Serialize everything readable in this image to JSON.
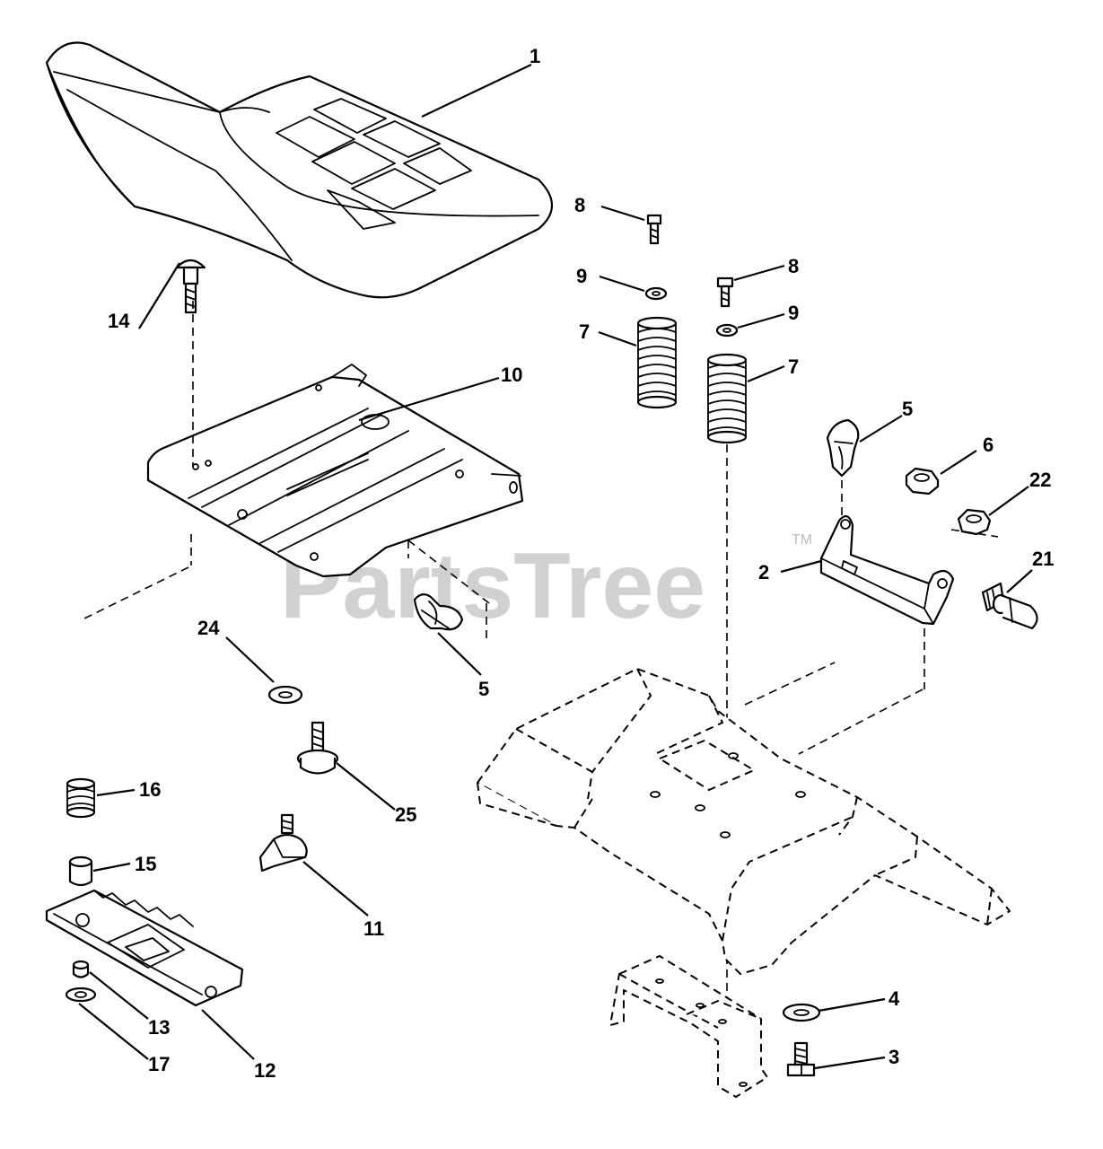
{
  "watermark": {
    "text": "PartsTree",
    "tm": "TM"
  },
  "callouts": {
    "p1": "1",
    "p2": "2",
    "p3": "3",
    "p4": "4",
    "p5a": "5",
    "p5b": "5",
    "p6": "6",
    "p7a": "7",
    "p7b": "7",
    "p8a": "8",
    "p8b": "8",
    "p9a": "9",
    "p9b": "9",
    "p10": "10",
    "p11": "11",
    "p12": "12",
    "p13": "13",
    "p14": "14",
    "p15": "15",
    "p16": "16",
    "p17": "17",
    "p21": "21",
    "p22": "22",
    "p24": "24",
    "p25": "25"
  }
}
